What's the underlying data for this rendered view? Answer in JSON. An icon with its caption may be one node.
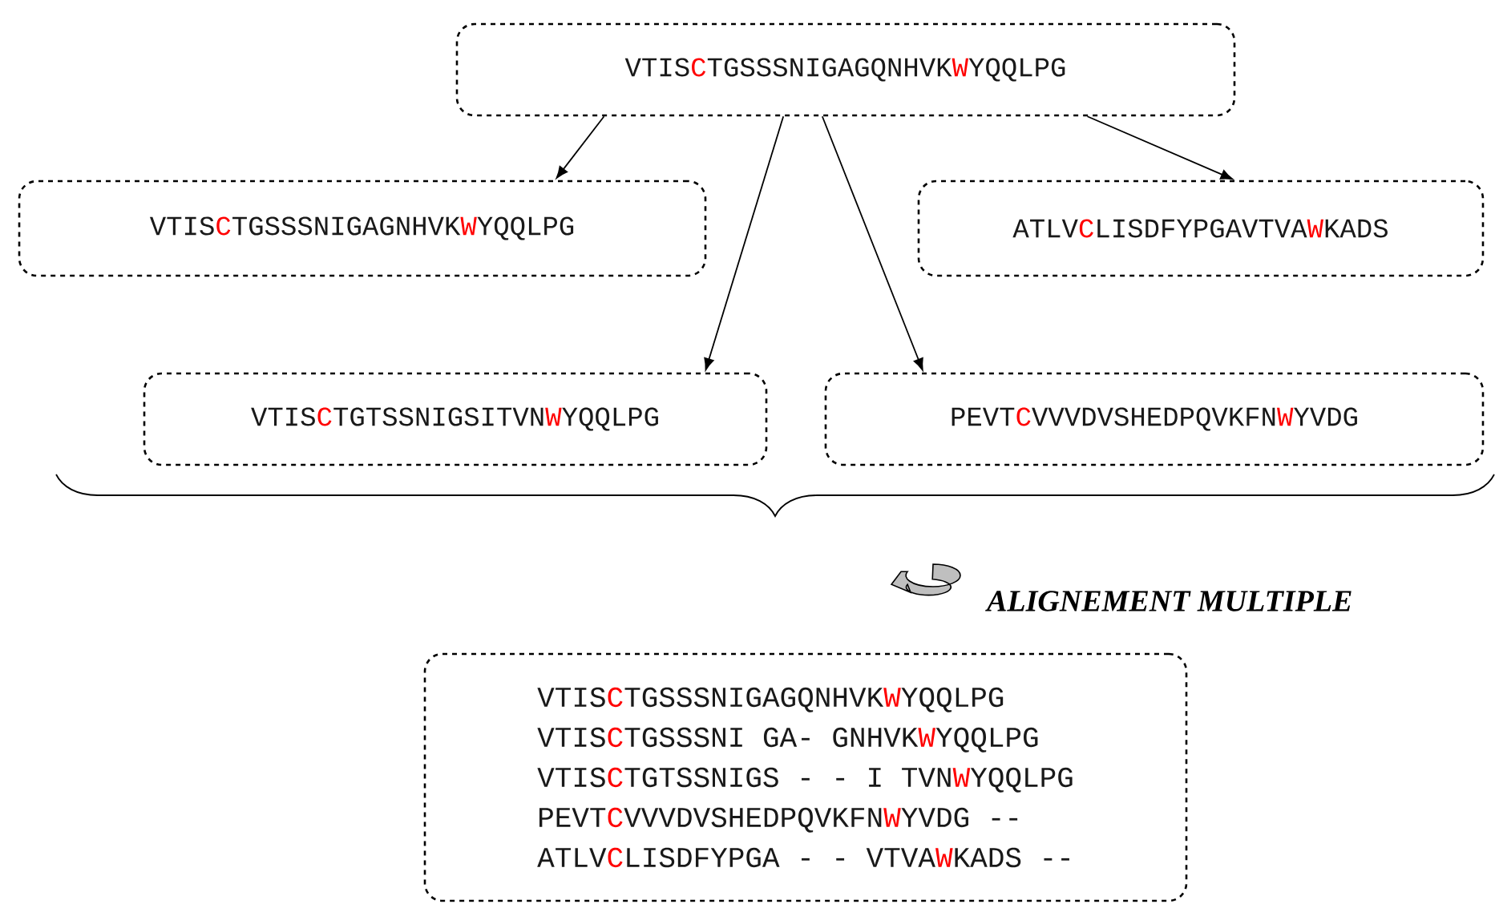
{
  "diagram": {
    "nodes": [
      {
        "text": [
          "VTIS",
          "C",
          "TGSSSNIGAGQNHVK",
          "W",
          "YQQLPG"
        ]
      },
      {
        "text": [
          "VTIS",
          "C",
          "TGSSSNIGAGNHVK",
          "W",
          "YQQLPG"
        ]
      },
      {
        "text": [
          "ATLV",
          "C",
          "LISDFYPGAVTVA",
          "W",
          "KADS"
        ]
      },
      {
        "text": [
          "VTIS",
          "C",
          "TGTSSNIGSITVN",
          "W",
          "YQQLPG"
        ]
      },
      {
        "text": [
          "PEVT",
          "C",
          "VVVDVSHEDPQVKFN",
          "W",
          "YVDG"
        ]
      },
      {
        "text": [
          "VTIS",
          "C",
          "TGSSSNIGAGQNHVK",
          "W",
          "YQQLPG",
          "VTIS",
          "C",
          "TGSSSNI GA- GNHVK",
          "W",
          "YQQLPG",
          "VTIS",
          "C",
          "TGTSSNIGS - - I TVN",
          "W",
          "YQQLPG",
          "PEVT",
          "C",
          "VVVDVSHEDPQVKFN",
          "W",
          "YVDG --",
          "ATLV",
          "C",
          "LISDFYPGA - - VTVA",
          "W",
          "KADS --"
        ]
      }
    ],
    "edges": [
      {
        "from": 0,
        "to": 1,
        "arrow": "to"
      },
      {
        "from": 0,
        "to": 2,
        "arrow": "to"
      },
      {
        "from": 0,
        "to": 3,
        "arrow": "to"
      },
      {
        "from": 0,
        "to": 4,
        "arrow": "to"
      }
    ],
    "labels": [
      "ALIGNEMENT MULTIPLE"
    ]
  }
}
